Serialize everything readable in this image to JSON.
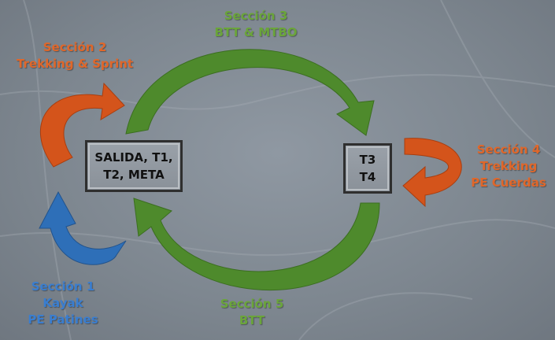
{
  "colors": {
    "orange": "#d4541b",
    "green": "#4e8a2c",
    "blue": "#2e6fb8",
    "label_orange": "#e0672a",
    "label_green": "#6aa53a",
    "label_blue": "#3a7ed0"
  },
  "nodes": {
    "start": {
      "line1": "SALIDA, T1,",
      "line2": "T2, META"
    },
    "transition": {
      "line1": "T3",
      "line2": "T4"
    }
  },
  "sections": {
    "s1": {
      "line1": "Sección 1",
      "line2": "Kayak",
      "line3": "PE Patines"
    },
    "s2": {
      "line1": "Sección 2",
      "line2": "Trekking & Sprint"
    },
    "s3": {
      "line1": "Sección 3",
      "line2": "BTT & MTBO"
    },
    "s4": {
      "line1": "Sección 4",
      "line2": "Trekking",
      "line3": "PE Cuerdas"
    },
    "s5": {
      "line1": "Sección 5",
      "line2": "BTT"
    }
  },
  "icons": {
    "s1": "curved-arrow-icon",
    "s2": "curved-arrow-icon",
    "s3": "curved-arrow-icon",
    "s4": "curved-arrow-icon",
    "s5": "curved-arrow-icon"
  }
}
